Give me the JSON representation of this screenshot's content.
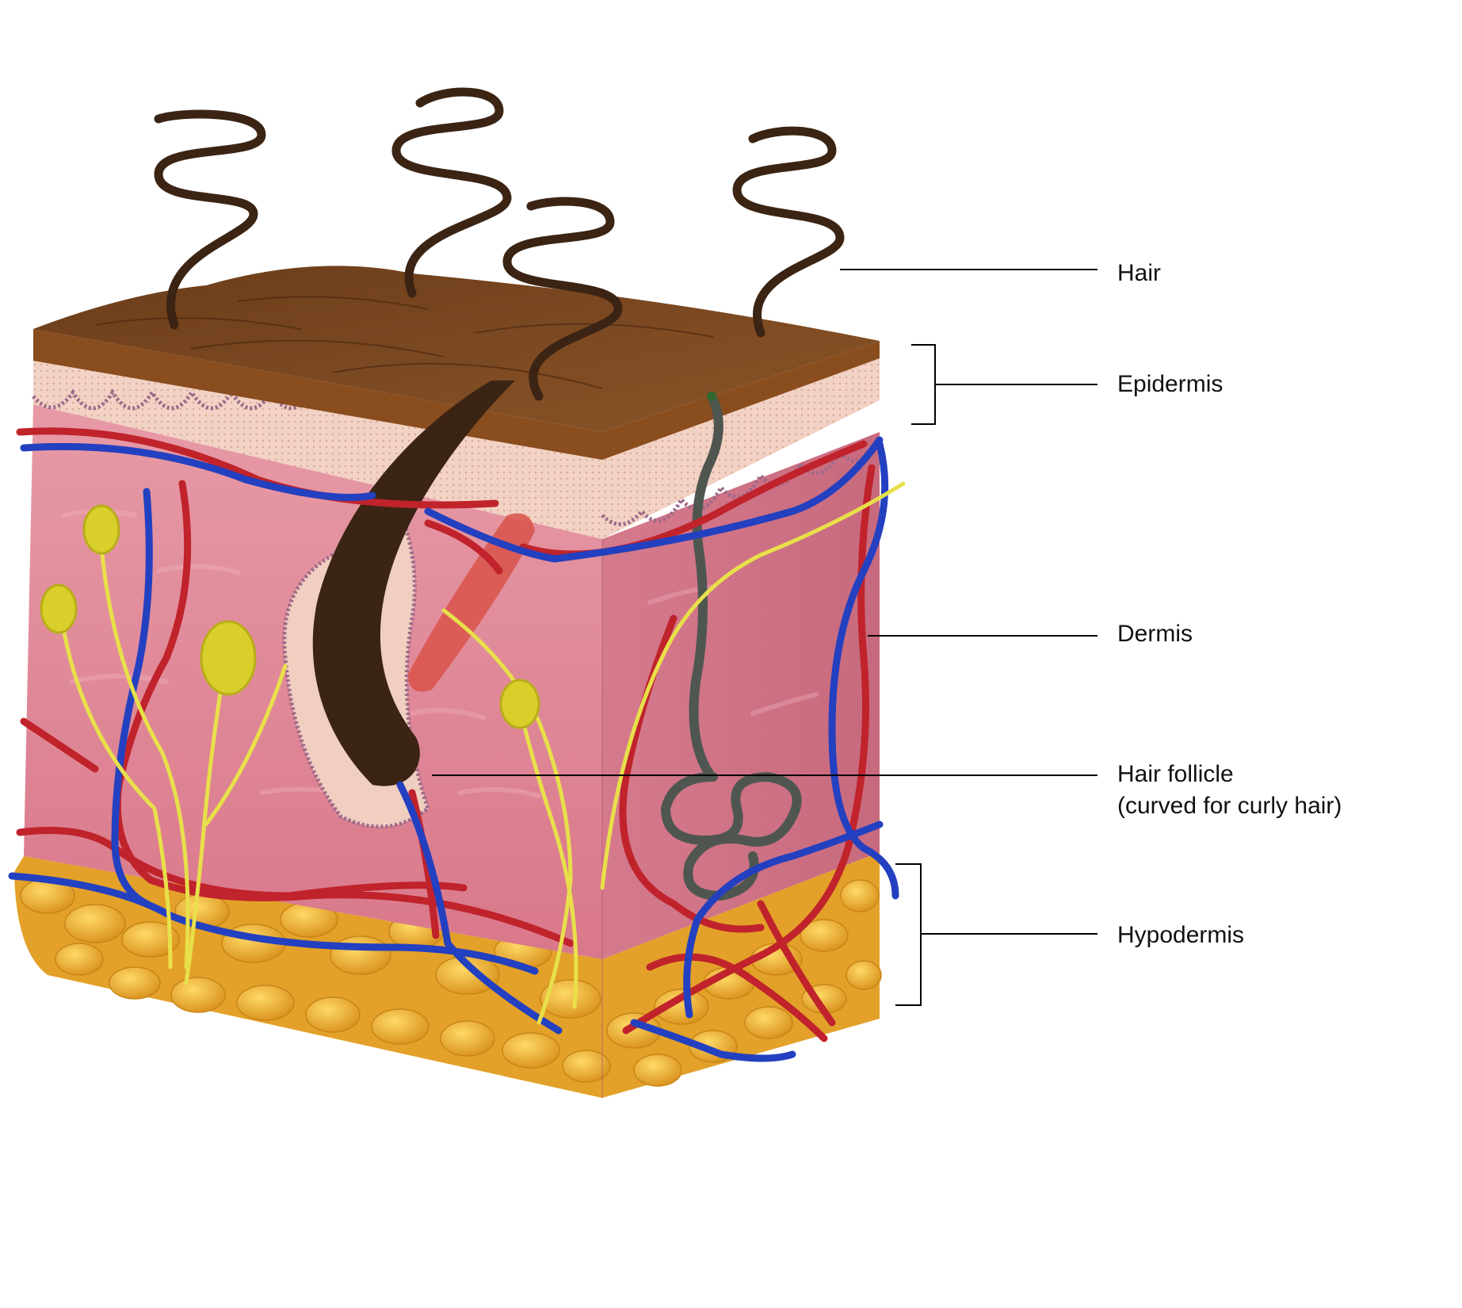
{
  "labels": {
    "hair": "Hair",
    "epidermis": "Epidermis",
    "dermis": "Dermis",
    "hair_follicle_line1": "Hair follicle",
    "hair_follicle_line2": "(curved for curly hair)",
    "hypodermis": "Hypodermis"
  },
  "colors": {
    "hair": "#3b2414",
    "epidermis_surface": "#7a4a22",
    "epidermis_band": "#f0cfc0",
    "dermis": "#e08a9a",
    "hypodermis_fat": "#e7a82a",
    "artery": "#c0232b",
    "vein": "#2340c0",
    "nerve": "#e8e04a",
    "sweat_gland": "#5c635c",
    "leader_line": "#000000"
  },
  "icons": [
    "skin-cross-section-illustration"
  ]
}
